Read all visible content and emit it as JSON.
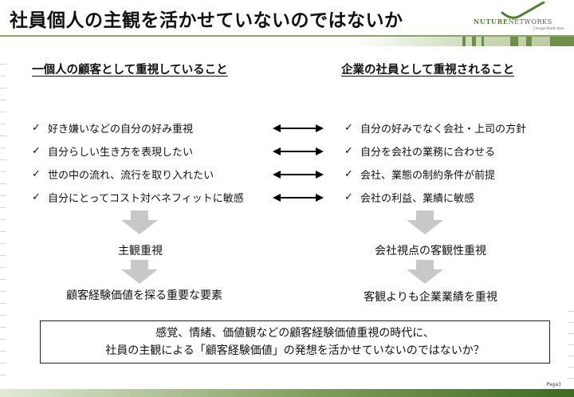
{
  "header": {
    "title": "社員個人の主観を活かせていないのではないか",
    "logo": {
      "brand": "NUTURE",
      "brand_rest": "NETWORKS",
      "tagline": "Change Starts Here"
    }
  },
  "left_column": {
    "heading": "一個人の顧客として重視していること",
    "items": [
      "好き嫌いなどの自分の好み重視",
      "自分らしい生き方を表現したい",
      "世の中の流れ、流行を取り入れたい",
      "自分にとってコスト対ベネフィットに敏感"
    ],
    "result_1": "主観重視",
    "result_2": "顧客経験価値を探る重要な要素"
  },
  "right_column": {
    "heading": "企業の社員として重視されること",
    "items": [
      "自分の好みでなく会社・上司の方針",
      "自分を会社の業務に合わせる",
      "会社、業態の制約条件が前提",
      "会社の利益、業績に敏感"
    ],
    "result_1": "会社視点の客観性重視",
    "result_2": "客観よりも企業業績を重視"
  },
  "check_mark": "✓",
  "summary": {
    "line_1": "感覚、情緒、価値観などの顧客経験価値重視の時代に、",
    "line_2": "社員の主観による「顧客経験価値」の発想を活かせていないのではないか？"
  },
  "footer": {
    "page": "Page3"
  },
  "colors": {
    "accent_green": "#6f8e4a",
    "arrow_gray": "#c8c8c8"
  }
}
